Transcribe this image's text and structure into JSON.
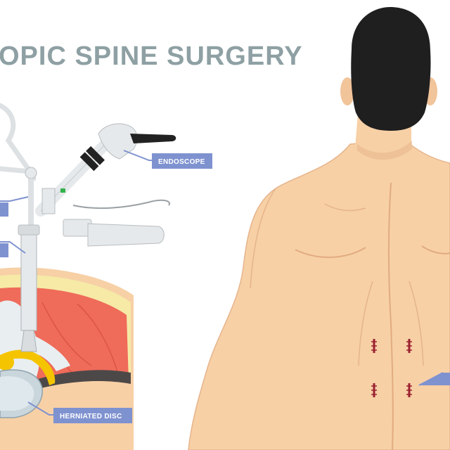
{
  "title": "OPIC SPINE SURGERY",
  "labels": {
    "endoscope": "ENDOSCOPE",
    "herniated_disc": "HERNIATED DISC"
  },
  "colors": {
    "title": "#8ea0a3",
    "label_bg": "#7f92d0",
    "skin": "#f7d0a6",
    "skin_shadow": "#e8b78c",
    "hair": "#1f1f1f",
    "muscle": "#ef6b5a",
    "fat": "#f6eaa6",
    "bone": "#e9eef1",
    "nerve": "#f5c400",
    "disc": "#c9d6dc",
    "incision": "#9b2131"
  },
  "icons": [
    "endoscope-device",
    "surgical-tube",
    "incision-marks"
  ]
}
